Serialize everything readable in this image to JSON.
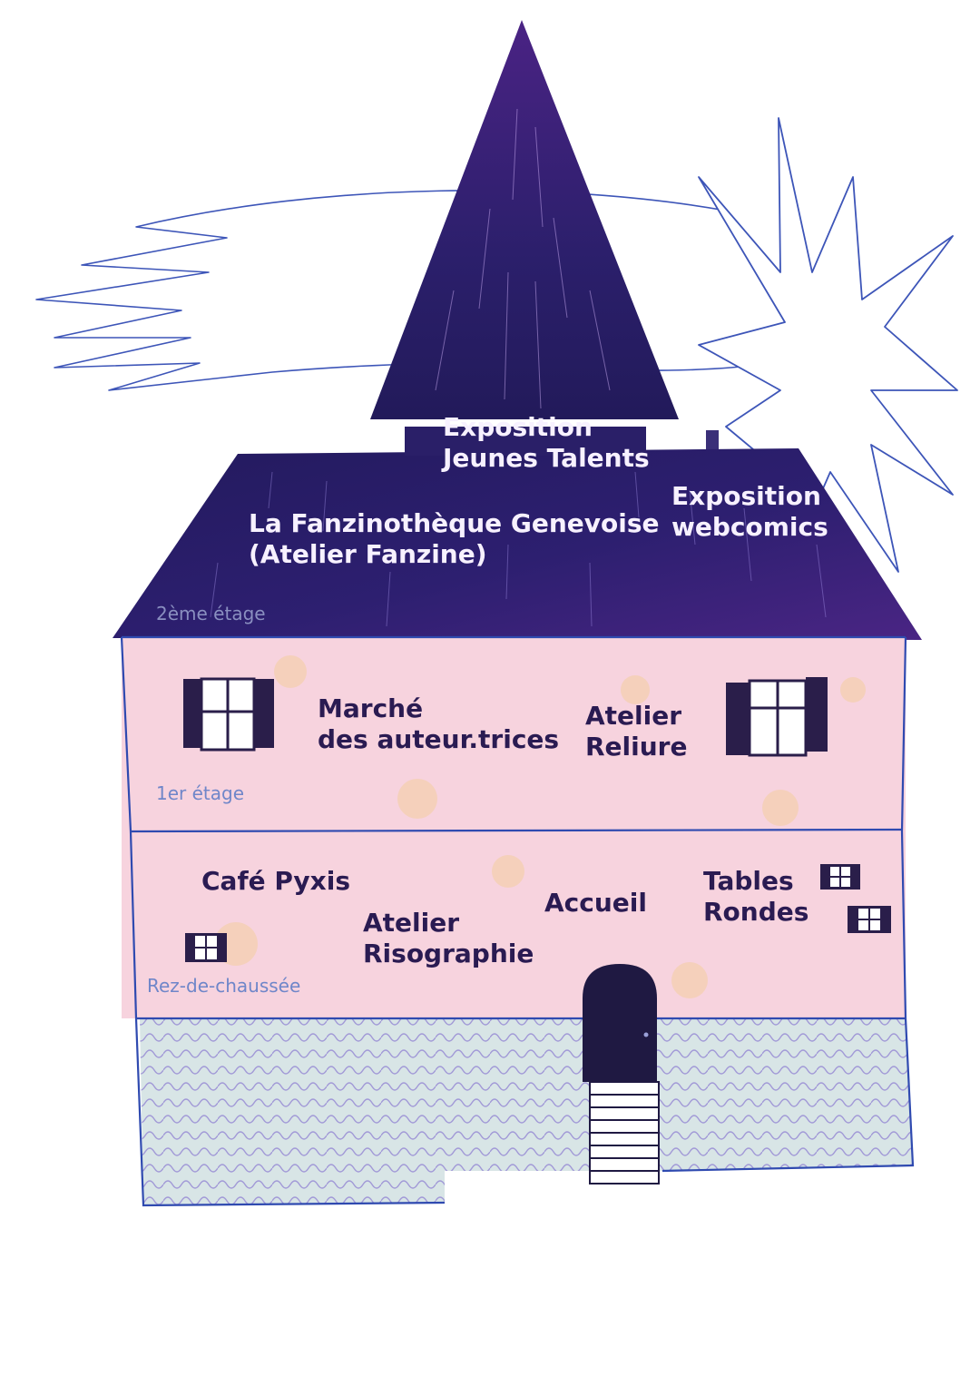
{
  "roof": {
    "level_label": "2ème étage",
    "spire_room": {
      "line1": "Exposition",
      "line2": "Jeunes Talents"
    },
    "left_room": {
      "line1": "La Fanzinothèque Genevoise",
      "line2": "(Atelier Fanzine)"
    },
    "right_room": {
      "line1": "Exposition",
      "line2": "webcomics"
    }
  },
  "first_floor": {
    "level_label": "1er étage",
    "market": {
      "line1": "Marché",
      "line2": "des auteur.trices"
    },
    "bookbinding": {
      "line1": "Atelier",
      "line2": "Reliure"
    }
  },
  "ground_floor": {
    "level_label": "Rez-de-chaussée",
    "cafe": {
      "line1": "Café Pyxis"
    },
    "risography": {
      "line1": "Atelier",
      "line2": "Risographie"
    },
    "reception": {
      "line1": "Accueil"
    },
    "round_tables": {
      "line1": "Tables",
      "line2": "Rondes"
    }
  },
  "colors": {
    "roof": "#2b1f6b",
    "roof_accent": "#5b2a8c",
    "wall": "#f7d3de",
    "outline": "#2f4ab0",
    "foundation": "#d7e4e6",
    "foundation_scribble": "#7a6cc4",
    "window_dark": "#2a1e4a",
    "door": "#1f1942",
    "star": "#3d55b8"
  }
}
